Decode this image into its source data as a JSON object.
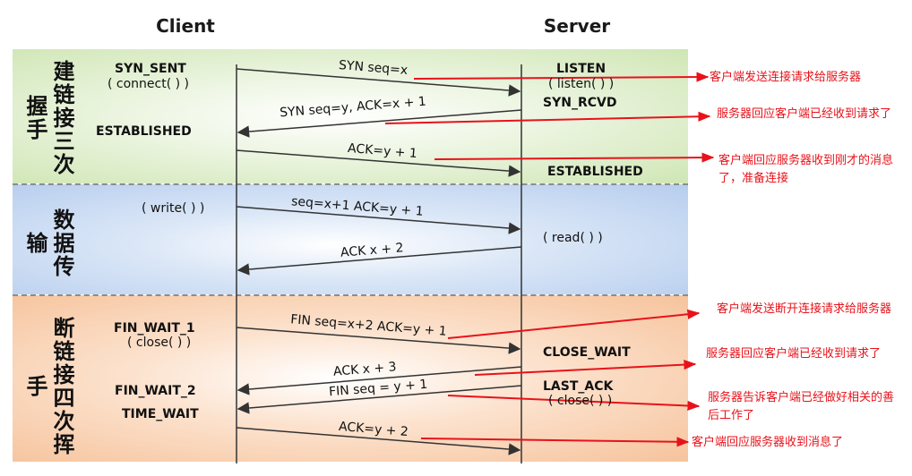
{
  "headers": {
    "client": "Client",
    "server": "Server"
  },
  "phases": {
    "establish": "建链接三次握手",
    "transfer": "数据传输",
    "close": "断链接四次挥手"
  },
  "client": {
    "syn_sent": "SYN_SENT",
    "connect": "( connect( ) )",
    "established": "ESTABLISHED",
    "write": "( write( ) )",
    "fin_wait_1": "FIN_WAIT_1",
    "close_call": "( close( ) )",
    "fin_wait_2": "FIN_WAIT_2",
    "time_wait": "TIME_WAIT"
  },
  "server": {
    "listen": "LISTEN",
    "listen_call": "( listen( ) )",
    "syn_rcvd": "SYN_RCVD",
    "established": "ESTABLISHED",
    "read": "( read( ) )",
    "close_wait": "CLOSE_WAIT",
    "last_ack": "LAST_ACK",
    "close_call": "( close( ) )"
  },
  "messages": {
    "m1": "SYN seq=x",
    "m2": "SYN seq=y, ACK=x + 1",
    "m3": "ACK=y + 1",
    "m4": "seq=x+1 ACK=y + 1",
    "m5": "ACK x + 2",
    "m6": "FIN seq=x+2 ACK=y + 1",
    "m7": "ACK x + 3",
    "m8": "FIN seq = y + 1",
    "m9": "ACK=y + 2"
  },
  "notes": {
    "n1": "客户端发送连接请求给服务器",
    "n2": "服务器回应客户端已经收到请求了",
    "n3": "客户端回应服务器收到刚才的消息了，准备连接",
    "n4": "客户端发送断开连接请求给服务器",
    "n5": "服务器回应客户端已经收到请求了",
    "n6": "服务器告诉客户端已经做好相关的善后工作了",
    "n7": "客户端回应服务器收到消息了"
  },
  "colors": {
    "annotation": "#e8121a",
    "line": "#333333"
  }
}
